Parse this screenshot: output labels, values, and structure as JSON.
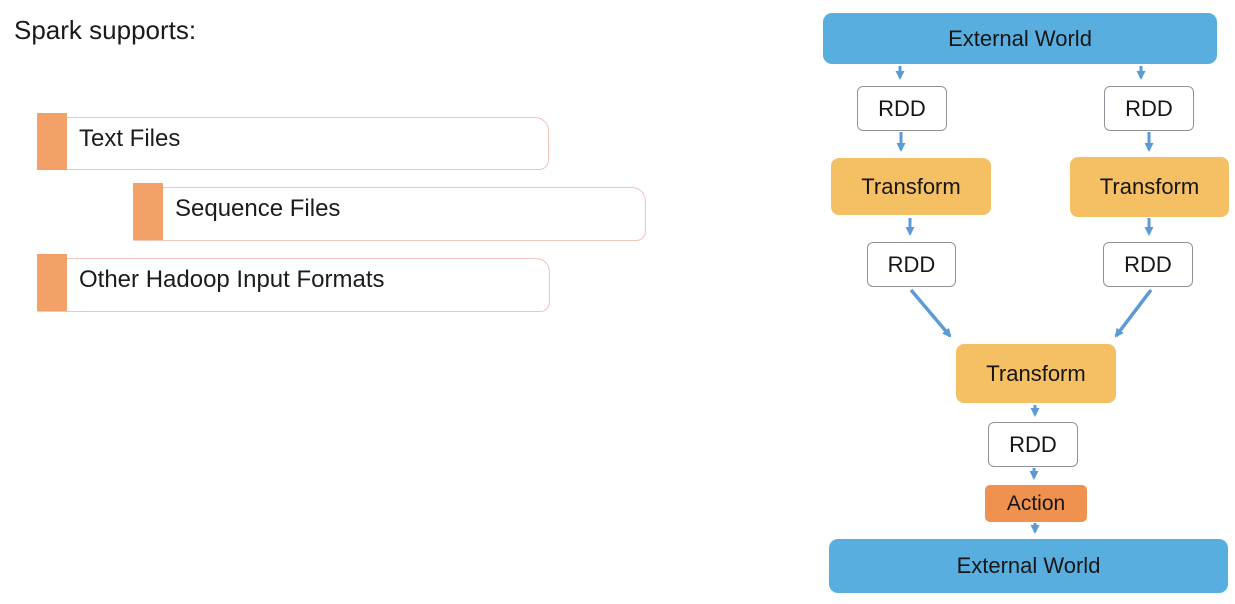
{
  "slide": {
    "title": "Spark supports:",
    "bullets": [
      {
        "label": "Text Files"
      },
      {
        "label": "Sequence Files"
      },
      {
        "label": "Other Hadoop Input Formats"
      }
    ]
  },
  "diagram": {
    "nodes": [
      {
        "id": "external-world-top",
        "type": "external-world",
        "label": "External World"
      },
      {
        "id": "rdd-top-left",
        "type": "rdd",
        "label": "RDD"
      },
      {
        "id": "rdd-top-right",
        "type": "rdd",
        "label": "RDD"
      },
      {
        "id": "transform-left",
        "type": "transform",
        "label": "Transform"
      },
      {
        "id": "transform-right",
        "type": "transform",
        "label": "Transform"
      },
      {
        "id": "rdd-mid-left",
        "type": "rdd",
        "label": "RDD"
      },
      {
        "id": "rdd-mid-right",
        "type": "rdd",
        "label": "RDD"
      },
      {
        "id": "transform-center",
        "type": "transform",
        "label": "Transform"
      },
      {
        "id": "rdd-center",
        "type": "rdd",
        "label": "RDD"
      },
      {
        "id": "action",
        "type": "action",
        "label": "Action"
      },
      {
        "id": "external-world-bottom",
        "type": "external-world",
        "label": "External World"
      }
    ],
    "edges": [
      "external-world-top -> rdd-top-left",
      "external-world-top -> rdd-top-right",
      "rdd-top-left -> transform-left",
      "rdd-top-right -> transform-right",
      "transform-left -> rdd-mid-left",
      "transform-right -> rdd-mid-right",
      "rdd-mid-left -> transform-center",
      "rdd-mid-right -> transform-center",
      "transform-center -> rdd-center",
      "rdd-center -> action",
      "action -> external-world-bottom"
    ]
  },
  "colors": {
    "external-world-fill": "#58AFDF",
    "transform-fill": "#F5BF63",
    "action-fill": "#EF9250",
    "arrow": "#5B9BD5",
    "rdd-border": "#8F9399",
    "bullet-marker": "#F4A169",
    "bullet-border": "#F2C3B8",
    "text": "#1A1A1A"
  }
}
